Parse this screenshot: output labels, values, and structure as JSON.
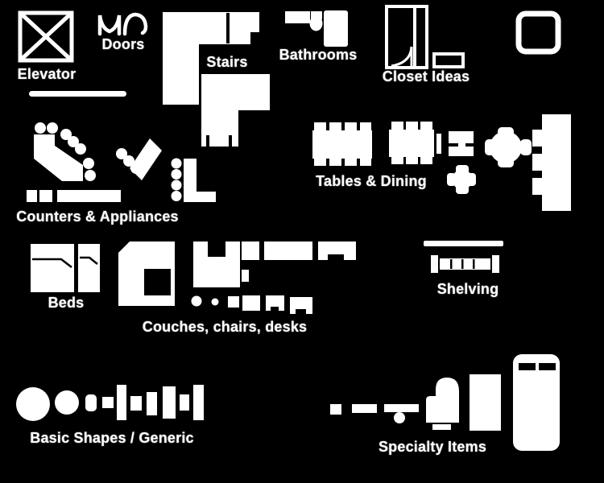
{
  "palette": {
    "background_color": "#000000",
    "symbol_color": "#ffffff",
    "sections": {
      "elevator": {
        "label": "Elevator",
        "symbols": [
          "elevator-crossed-box-icon",
          "wall-segment-icon"
        ]
      },
      "doors": {
        "label": "Doors",
        "symbols": [
          "double-door-swing-icon",
          "single-door-swing-icon"
        ]
      },
      "stairs": {
        "label": "Stairs",
        "symbols": [
          "l-shaped-stairs-upper-icon",
          "l-shaped-stairs-lower-icon"
        ]
      },
      "bathrooms": {
        "label": "Bathrooms",
        "symbols": [
          "sink-icon",
          "toilet-icon",
          "bathtub-icon"
        ]
      },
      "closet": {
        "label": "Closet Ideas",
        "symbols": [
          "closet-with-door-icon",
          "shelf-box-icon",
          "rounded-cabinet-icon"
        ]
      },
      "counters": {
        "label": "Counters & Appliances",
        "symbols": [
          "l-counter-with-stools-icon",
          "diagonal-counter-with-stools-icon",
          "bar-counter-with-stools-icon",
          "appliance-small-icon",
          "appliance-medium-icon",
          "appliance-wide-icon"
        ]
      },
      "tables": {
        "label": "Tables & Dining",
        "symbols": [
          "dining-table-8-seats-icon",
          "dining-table-6-seats-icon",
          "table-for-two-icon",
          "round-table-4-seats-icon",
          "small-round-table-4-seats-icon",
          "long-table-3-seats-icon"
        ]
      },
      "beds": {
        "label": "Beds",
        "symbols": [
          "double-bed-icon",
          "single-bed-icon"
        ]
      },
      "couches": {
        "label": "Couches, chairs, desks",
        "symbols": [
          "sectional-sofa-icon",
          "sofa-with-notch-icon",
          "small-desk-icon",
          "wide-desk-icon",
          "desk-with-chair-gap-icon",
          "round-stool-icon",
          "small-stool-icon",
          "square-stool-icon",
          "armchair-icon",
          "armchair-with-feet-icon",
          "wide-armchair-icon"
        ]
      },
      "shelving": {
        "label": "Shelving",
        "symbols": [
          "thin-shelf-icon",
          "bracket-shelf-icon"
        ]
      },
      "basic": {
        "label": "Basic Shapes / Generic",
        "symbols": [
          "large-circle-icon",
          "small-circle-icon",
          "rounded-bar-icon",
          "square-icon",
          "tall-bar-icon",
          "short-bar-icon",
          "medium-bar-icon",
          "wide-bar-icon",
          "short-bar-2-icon",
          "tall-bar-2-icon"
        ]
      },
      "specialty": {
        "label": "Specialty Items",
        "symbols": [
          "small-box-icon",
          "low-cabinet-icon",
          "counter-with-sink-icon",
          "grand-piano-icon",
          "pool-table-icon",
          "vehicle-top-view-icon"
        ]
      }
    }
  }
}
